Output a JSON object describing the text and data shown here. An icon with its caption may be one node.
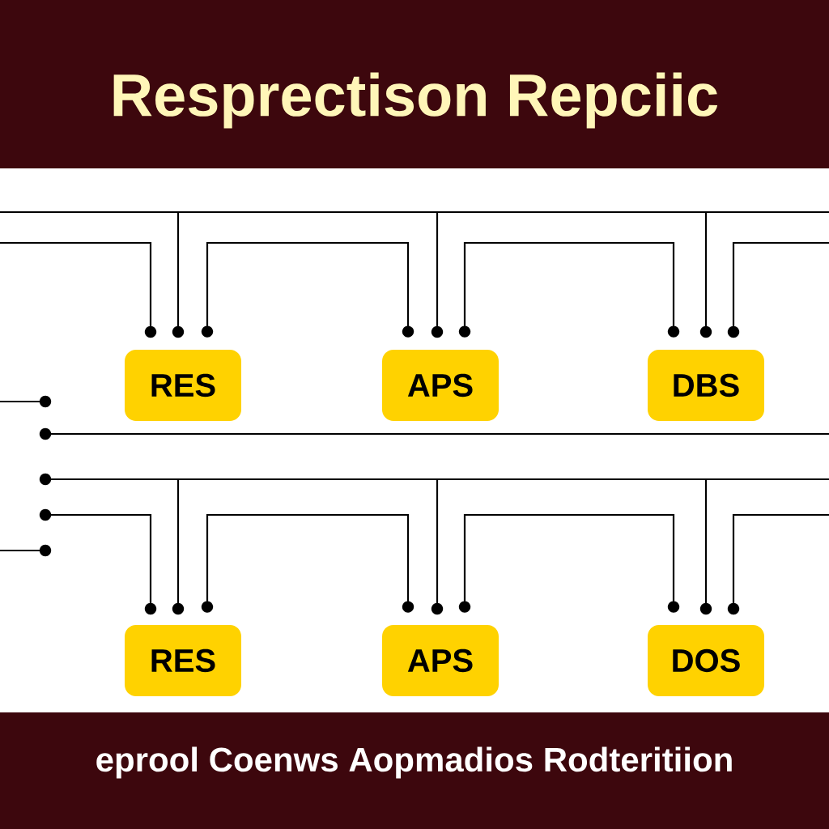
{
  "diagram": {
    "title": "Resprectison Repciic",
    "nodes": [
      {
        "text": [
          "RES"
        ]
      },
      {
        "text": [
          "APS"
        ]
      },
      {
        "text": [
          "DBS"
        ]
      },
      {
        "text": [
          "RES"
        ]
      },
      {
        "text": [
          "APS"
        ]
      },
      {
        "text": [
          "DOS"
        ]
      }
    ],
    "edges": [
      {
        "from": 0,
        "to": 1,
        "arrow": "other"
      },
      {
        "from": 1,
        "to": 2,
        "arrow": "other"
      },
      {
        "from": 3,
        "to": 4,
        "arrow": "other"
      },
      {
        "from": 4,
        "to": 5,
        "arrow": "other"
      }
    ],
    "caption": "eprool Coenws Aopmadios Rodteritiion"
  }
}
